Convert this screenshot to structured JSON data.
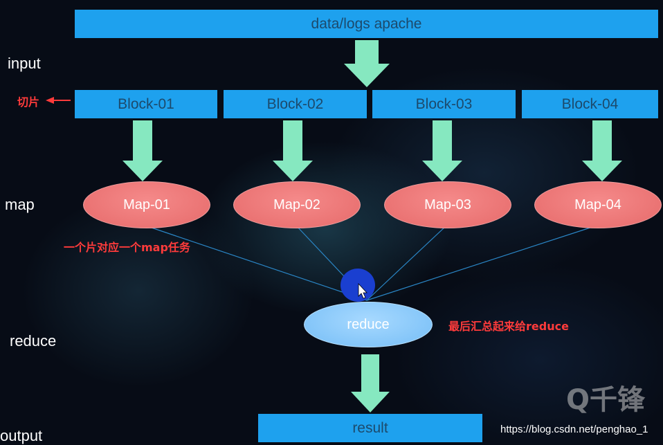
{
  "top_box": "data/logs apache",
  "blocks": [
    "Block-01",
    "Block-02",
    "Block-03",
    "Block-04"
  ],
  "maps": [
    "Map-01",
    "Map-02",
    "Map-03",
    "Map-04"
  ],
  "reduce": "reduce",
  "result": "result",
  "side_labels": {
    "input": "input",
    "map": "map",
    "reduce": "reduce",
    "output": "output"
  },
  "notes": {
    "slice": "切片",
    "one_slice_one_map": "一个片对应一个map任务",
    "aggregate": "最后汇总起来给reduce"
  },
  "watermark": "https://blog.csdn.net/penghao_1",
  "logo_text": "千锋",
  "colors": {
    "box": "#1ea1ee",
    "arrow": "#86e8c0",
    "map_fill": "#ef7a7a",
    "reduce_fill": "#8ccbfb",
    "note": "#ff3b3b"
  }
}
